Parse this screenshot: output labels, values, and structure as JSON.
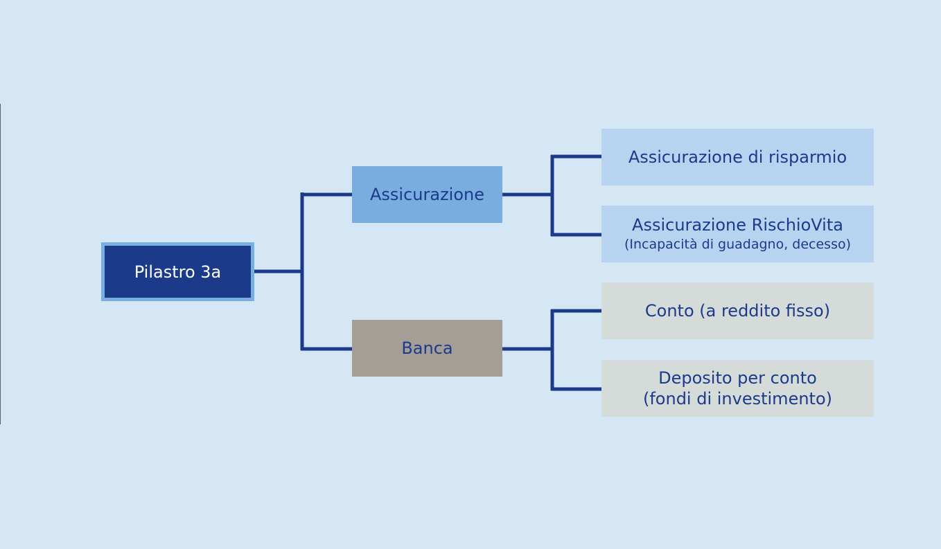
{
  "colors": {
    "background": "#d5e6f4",
    "connector": "#1b3a8a",
    "root_fill": "#1b3a8a",
    "root_border": "#7aaee0",
    "insurance_fill": "#7aaddf",
    "bank_fill": "#a59e96",
    "insurance_leaf_fill": "#b7d3ef",
    "bank_leaf_fill": "#d5dbd9",
    "text_dark": "#1c3a8c",
    "text_light": "#ffffff"
  },
  "root": {
    "label": "Pilastro 3a"
  },
  "branches": {
    "insurance": {
      "label": "Assicurazione",
      "children": [
        {
          "line1": "Assicurazione di risparmio"
        },
        {
          "line1": "Assicurazione RischioVita",
          "line2": "(Incapacità di guadagno, decesso)"
        }
      ]
    },
    "bank": {
      "label": "Banca",
      "children": [
        {
          "line1": "Conto (a reddito fisso)"
        },
        {
          "line1": "Deposito per conto",
          "line2": "(fondi di investimento)"
        }
      ]
    }
  }
}
